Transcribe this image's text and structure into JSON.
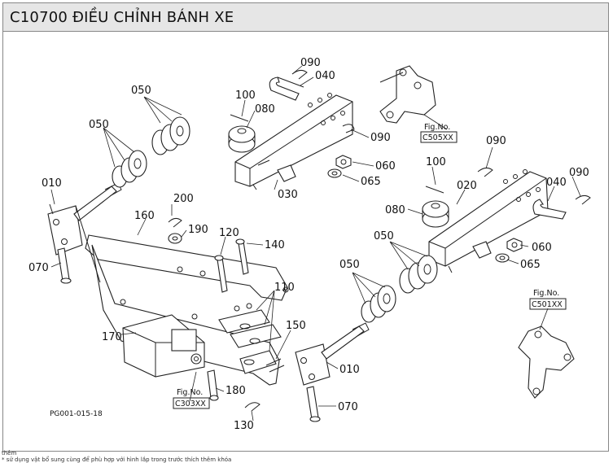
{
  "title": "C10700 ĐIỀU CHỈNH BÁNH XE",
  "drawing_code": "PG001-015-18",
  "footer": {
    "line1": "thêm",
    "line2": "* sử dụng vật bổ sung cùng để phù hợp với hình lắp trong trước thích thêm khóa"
  },
  "labels": {
    "p090a": "090",
    "p040a": "040",
    "p100a": "100",
    "p080a": "080",
    "p050a": "050",
    "p050b": "050",
    "p090b": "090",
    "p060a": "060",
    "p065a": "065",
    "p030": "030",
    "p010a": "010",
    "p200": "200",
    "p160": "160",
    "p190": "190",
    "p120": "120",
    "p140": "140",
    "p070a": "070",
    "p100b": "100",
    "p090c": "090",
    "p020": "020",
    "p040b": "040",
    "p090d": "090",
    "p080b": "080",
    "p050c": "050",
    "p060b": "060",
    "p065b": "065",
    "p050d": "050",
    "p110": "110",
    "p150": "150",
    "p170": "170",
    "p010b": "010",
    "p180": "180",
    "p070b": "070",
    "p130": "130"
  },
  "fig_refs": {
    "c505": {
      "line1": "Fig.No.",
      "line2": "C505XX"
    },
    "c501": {
      "line1": "Fig.No.",
      "line2": "C501XX"
    },
    "c303": {
      "line1": "Fig.No.",
      "line2": "C303XX"
    }
  }
}
